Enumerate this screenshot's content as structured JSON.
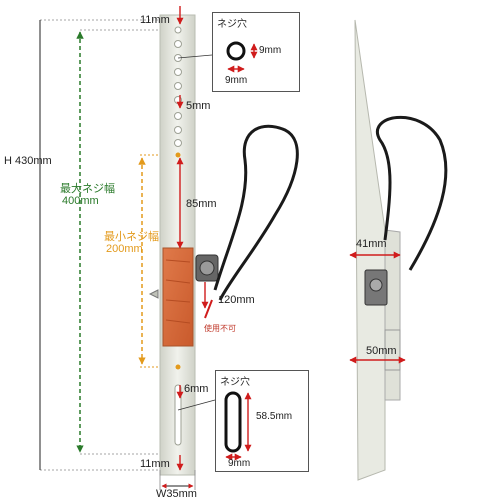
{
  "dims": {
    "top_margin": "11mm",
    "height": "H 430mm",
    "max_screw_label": "最大ネジ幅",
    "max_screw_value": "400mm",
    "min_screw_label": "最小ネジ幅",
    "min_screw_value": "200mm",
    "hole_pitch": "5mm",
    "gap_85": "85mm",
    "gap_120": "120mm",
    "unusable": "使用不可",
    "gap_6": "6mm",
    "bottom_margin": "11mm",
    "width": "W35mm"
  },
  "round_hole": {
    "title": "ネジ穴",
    "height": "9mm",
    "width": "9mm"
  },
  "slot_hole": {
    "title": "ネジ穴",
    "height": "58.5mm",
    "width": "9mm"
  },
  "side_view": {
    "depth_top": "41mm",
    "depth_bottom": "50mm"
  },
  "colors": {
    "green": "#2a7a2a",
    "orange": "#e39a1c",
    "red": "#d01c1c",
    "rail": "#e6e8df"
  }
}
